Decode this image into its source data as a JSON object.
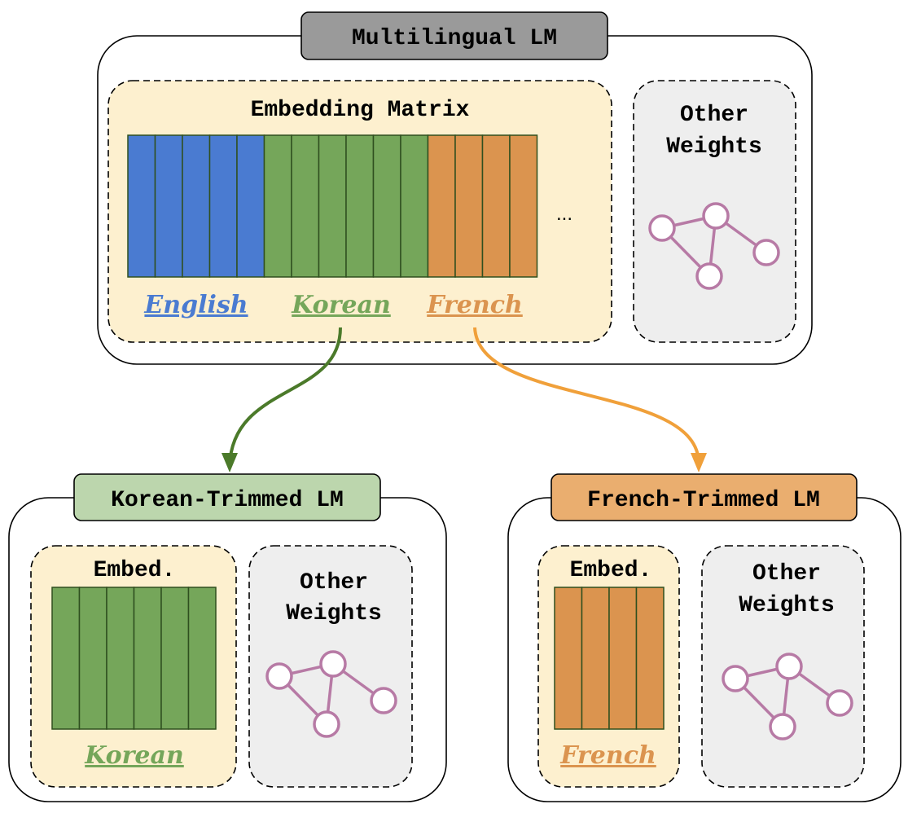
{
  "colors": {
    "english": "#4a7bd1",
    "korean": "#75a65a",
    "french": "#db944f",
    "korean_arrow": "#4b7a2a",
    "french_arrow": "#f0a03a",
    "embedding_bg": "#fdf0cf",
    "other_bg": "#eeeeee",
    "graph": "#b77aa5",
    "title_main_bg": "#9a9a9a",
    "title_korean_bg": "#bcd6ad",
    "title_french_bg": "#eaae6f"
  },
  "main_model": {
    "title": "Multilingual LM",
    "embedding": {
      "title": "Embedding Matrix",
      "ellipsis": "...",
      "segments": [
        {
          "language": "English",
          "columns": 5
        },
        {
          "language": "Korean",
          "columns": 6
        },
        {
          "language": "French",
          "columns": 4
        }
      ]
    },
    "other": {
      "line1": "Other",
      "line2": "Weights",
      "icon": "graph-network-icon"
    }
  },
  "korean_model": {
    "title": "Korean-Trimmed LM",
    "embedding": {
      "title": "Embed.",
      "language": "Korean",
      "columns": 6
    },
    "other": {
      "line1": "Other",
      "line2": "Weights",
      "icon": "graph-network-icon"
    }
  },
  "french_model": {
    "title": "French-Trimmed LM",
    "embedding": {
      "title": "Embed.",
      "language": "French",
      "columns": 4
    },
    "other": {
      "line1": "Other",
      "line2": "Weights",
      "icon": "graph-network-icon"
    }
  }
}
